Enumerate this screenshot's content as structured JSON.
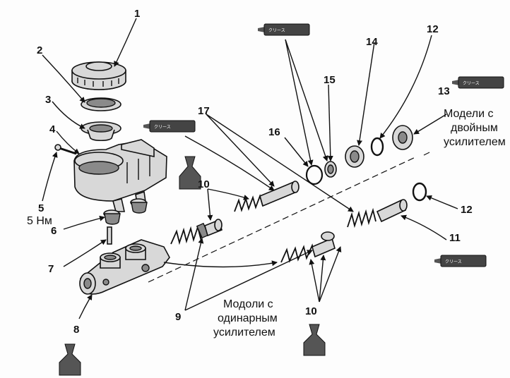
{
  "callouts": {
    "c1": "1",
    "c2": "2",
    "c3": "3",
    "c4": "4",
    "c5": "5",
    "c5_torque": "5 Нм",
    "c6": "6",
    "c7": "7",
    "c8": "8",
    "c9": "9",
    "c10a": "10",
    "c10b": "10",
    "c11": "11",
    "c12a": "12",
    "c12b": "12",
    "c13": "13",
    "c14": "14",
    "c15": "15",
    "c16": "16",
    "c17": "17"
  },
  "captions": {
    "dual_line1": "Модели с",
    "dual_line2": "двойным",
    "dual_line3": "усилителем",
    "single_line1": "Модоли с",
    "single_line2": "одинарным",
    "single_line3": "усилителем"
  },
  "grease_label": "クリース",
  "icons": [
    "grease-tube-icon",
    "brake-fluid-bottle-icon"
  ]
}
